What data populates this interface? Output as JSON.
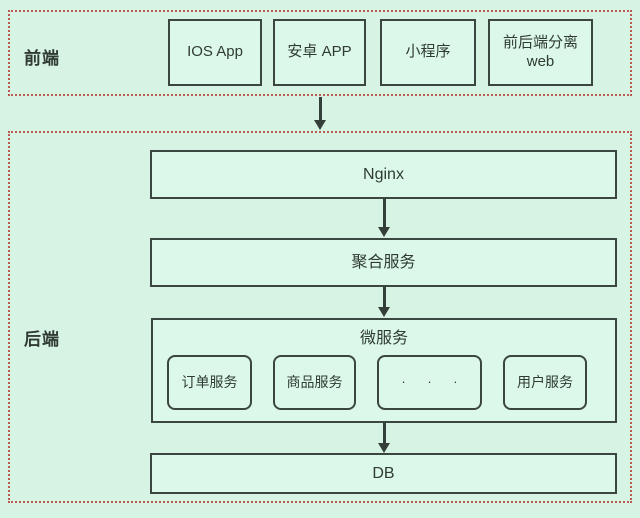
{
  "colors": {
    "background": "#d7f3e4",
    "box_fill": "#dcf8ea",
    "box_border": "#3a463f",
    "dashed_border": "#bb5b50",
    "arrow": "#333f38",
    "text": "#2f3b33"
  },
  "frontend": {
    "label": "前端",
    "boxes": [
      {
        "label": "IOS App"
      },
      {
        "label": "安卓 APP"
      },
      {
        "label": "小程序"
      },
      {
        "label": "前后端分离 web"
      }
    ]
  },
  "backend": {
    "label": "后端",
    "nginx": "Nginx",
    "aggregation": "聚合服务",
    "microservices": {
      "label": "微服务",
      "services": [
        {
          "label": "订单服务"
        },
        {
          "label": "商品服务"
        },
        {
          "label": "· · ·"
        },
        {
          "label": "用户服务"
        }
      ]
    },
    "db": "DB"
  }
}
